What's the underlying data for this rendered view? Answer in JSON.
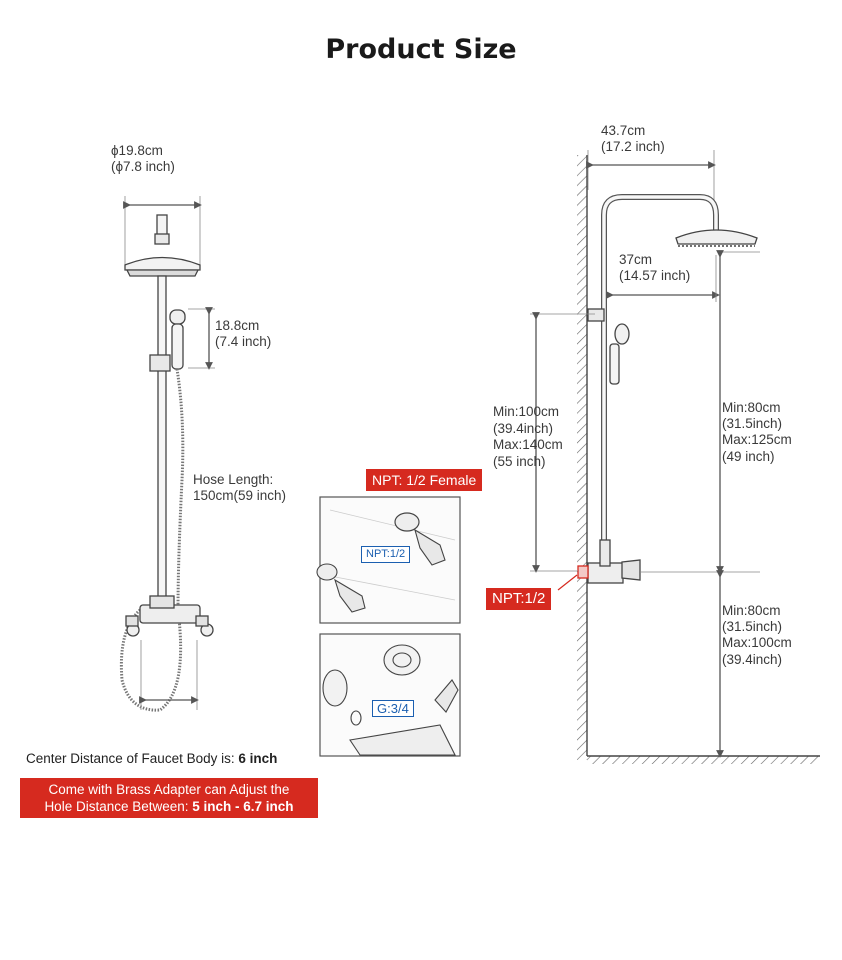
{
  "title": "Product Size",
  "left": {
    "head_diameter_cm": "ϕ19.8cm",
    "head_diameter_in": "(ϕ7.8 inch)",
    "handheld_cm": "18.8cm",
    "handheld_in": "(7.4 inch)",
    "hose_label": "Hose Length:",
    "hose_value": "150cm(59 inch)"
  },
  "right": {
    "arm_total_cm": "43.7cm",
    "arm_total_in": "(17.2 inch)",
    "arm_reach_cm": "37cm",
    "arm_reach_in": "(14.57 inch)",
    "slide_min_cm": "Min:100cm",
    "slide_min_in": "(39.4inch)",
    "slide_max_cm": "Max:140cm",
    "slide_max_in": "(55 inch)",
    "upper_min_cm": "Min:80cm",
    "upper_min_in": "(31.5inch)",
    "upper_max_cm": "Max:125cm",
    "upper_max_in": "(49 inch)",
    "lower_min_cm": "Min:80cm",
    "lower_min_in": "(31.5inch)",
    "lower_max_cm": "Max:100cm",
    "lower_max_in": "(39.4inch)",
    "npt_tag": "NPT:1/2"
  },
  "insets": {
    "npt_female_tag": "NPT: 1/2 Female",
    "npt_small_tag": "NPT:1/2",
    "g34_tag": "G:3/4"
  },
  "notes": {
    "center_prefix": "Center Distance of Faucet Body is: ",
    "center_value": "6 inch",
    "adapter_line1": "Come with Brass Adapter can Adjust the",
    "adapter_line2_prefix": "Hole Distance Between: ",
    "adapter_line2_value": "5 inch - 6.7 inch"
  },
  "colors": {
    "accent_red": "#d62a1f",
    "accent_blue": "#1b5fb0",
    "line": "#444444"
  }
}
